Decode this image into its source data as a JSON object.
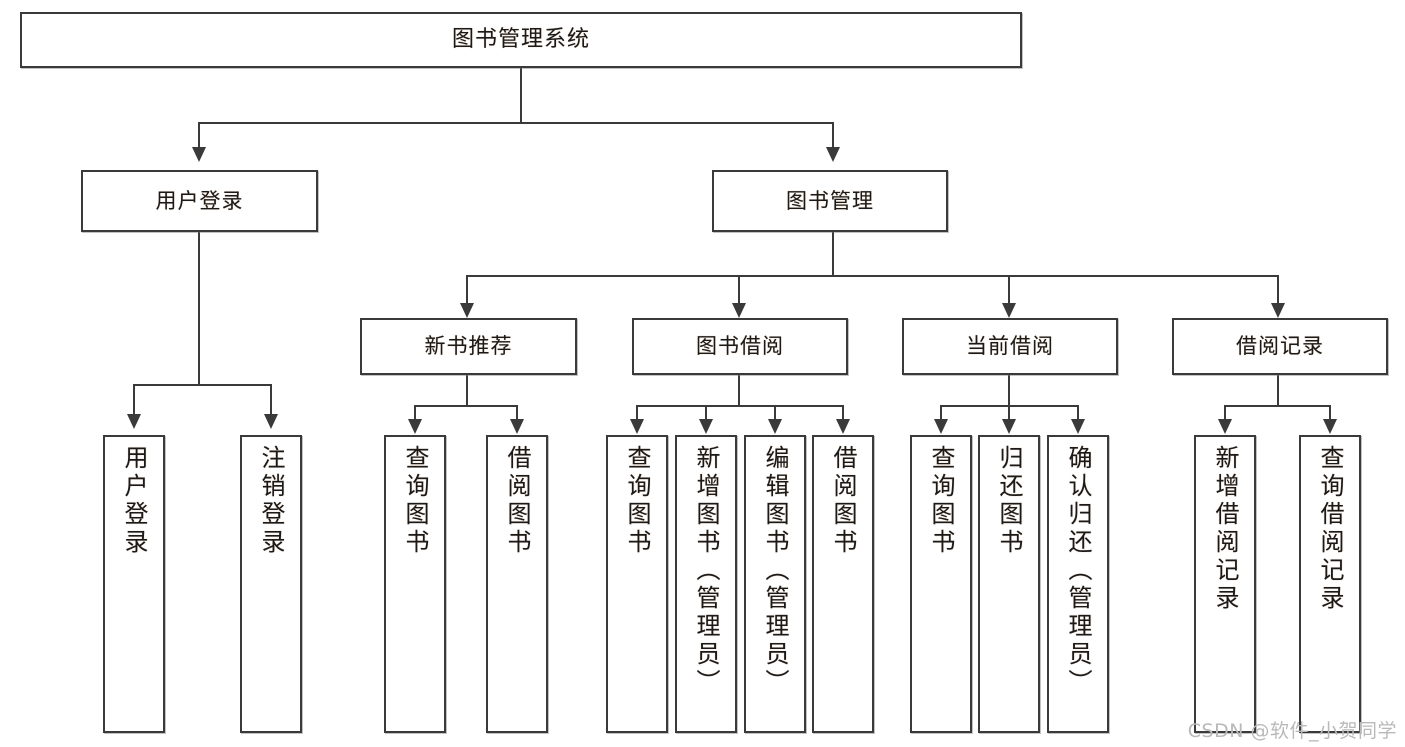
{
  "diagram": {
    "title": "图书管理系统",
    "type": "tree",
    "root": {
      "label": "图书管理系统"
    },
    "level2": [
      {
        "label": "用户登录"
      },
      {
        "label": "图书管理"
      }
    ],
    "level3": [
      {
        "label": "新书推荐"
      },
      {
        "label": "图书借阅"
      },
      {
        "label": "当前借阅"
      },
      {
        "label": "借阅记录"
      }
    ],
    "leaves": {
      "user_login": [
        {
          "label": "用户登录"
        },
        {
          "label": "注销登录"
        }
      ],
      "new_book": [
        {
          "label": "查询图书"
        },
        {
          "label": "借阅图书"
        }
      ],
      "book_borrow": [
        {
          "label": "查询图书"
        },
        {
          "label": "新增图书（管理员）"
        },
        {
          "label": "编辑图书（管理员）"
        },
        {
          "label": "借阅图书"
        }
      ],
      "current_borrow": [
        {
          "label": "查询图书"
        },
        {
          "label": "归还图书"
        },
        {
          "label": "确认归还（管理员）"
        }
      ],
      "borrow_record": [
        {
          "label": "新增借阅记录"
        },
        {
          "label": "查询借阅记录"
        }
      ]
    }
  },
  "watermark": {
    "text": "CSDN @软件_小贺同学"
  },
  "colors": {
    "stroke": "#3a3a3a",
    "text": "#1a1a1a",
    "background": "#ffffff",
    "watermark": "#b9b9b9"
  }
}
